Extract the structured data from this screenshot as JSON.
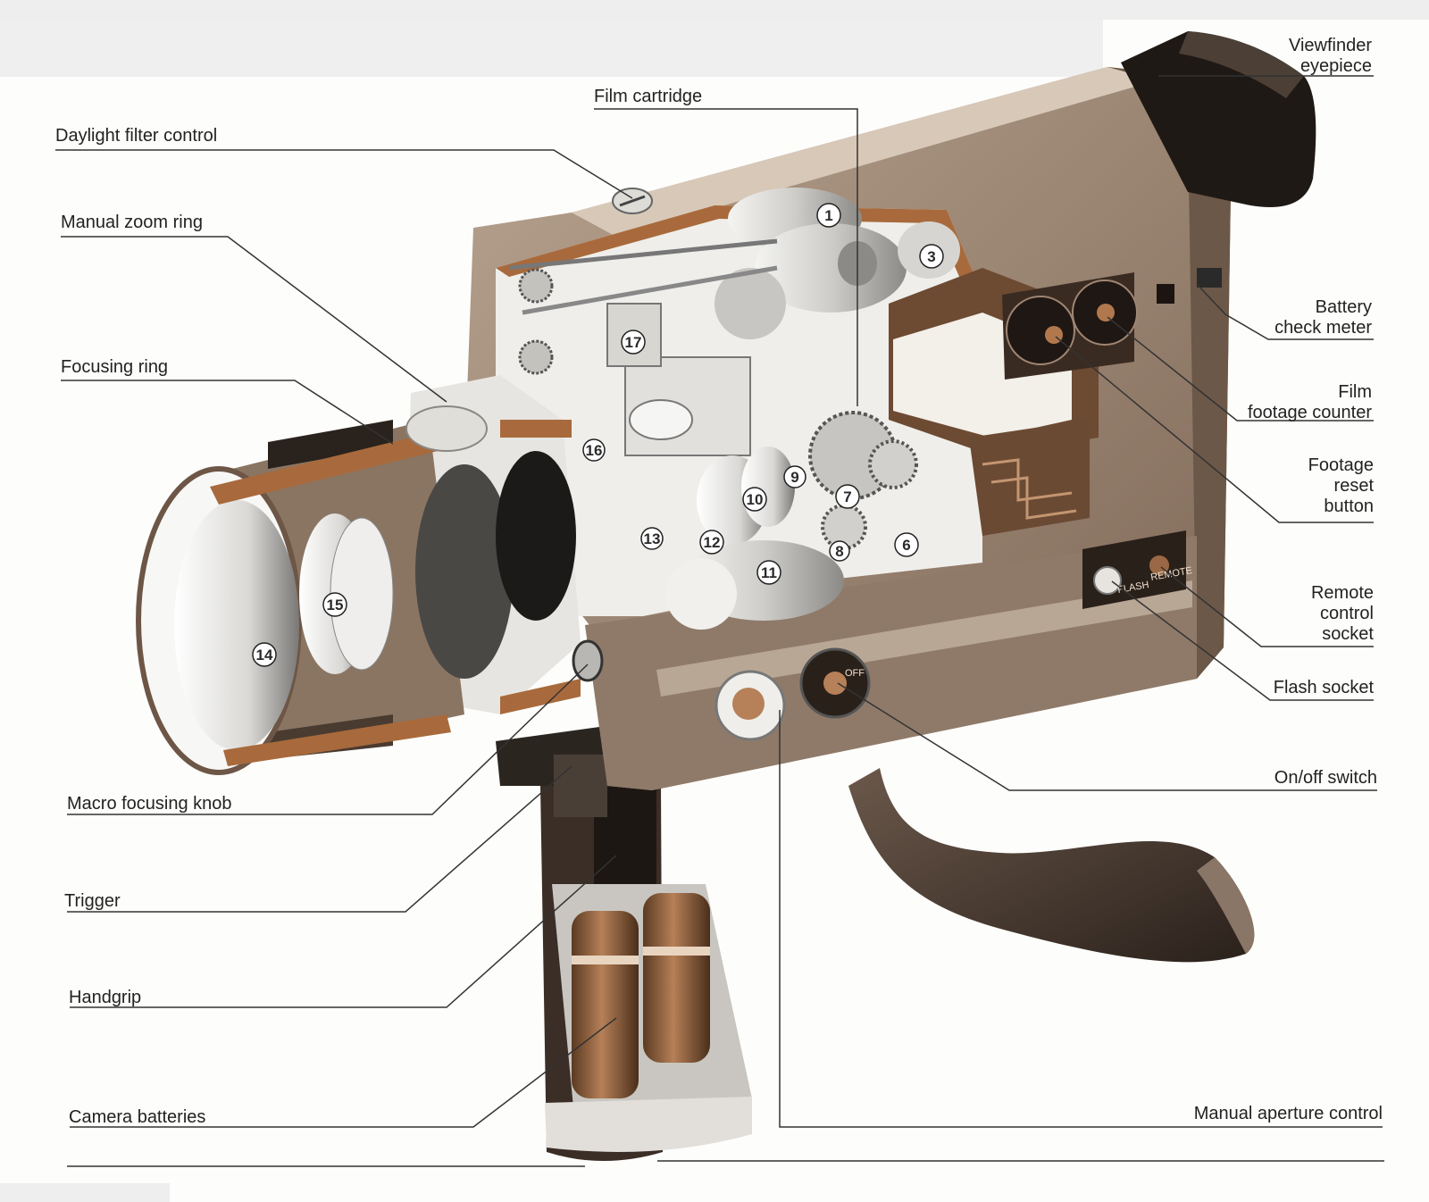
{
  "labels": {
    "viewfinder_eyepiece": [
      "Viewfinder",
      "eyepiece"
    ],
    "film_cartridge": "Film cartridge",
    "daylight_filter_control": "Daylight filter control",
    "manual_zoom_ring": "Manual zoom ring",
    "focusing_ring": "Focusing ring",
    "battery_check_meter": [
      "Battery",
      "check meter"
    ],
    "film_footage_counter": [
      "Film",
      "footage counter"
    ],
    "footage_reset_button": [
      "Footage",
      "reset",
      "button"
    ],
    "remote_control_socket": [
      "Remote",
      "control",
      "socket"
    ],
    "flash_socket": "Flash socket",
    "on_off_switch": "On/off switch",
    "macro_focusing_knob": "Macro focusing knob",
    "trigger": "Trigger",
    "handgrip": "Handgrip",
    "camera_batteries": "Camera batteries",
    "manual_aperture_control": "Manual aperture control"
  },
  "numbers": [
    "1",
    "3",
    "17",
    "16",
    "9",
    "10",
    "7",
    "12",
    "13",
    "6",
    "8",
    "11",
    "15",
    "14"
  ],
  "panel": {
    "flash": "FLASH",
    "remote": "REMOTE",
    "off": "OFF"
  },
  "colors": {
    "body_brown": "#8a7563",
    "body_light": "#c9b6a3",
    "copper": "#a86a3c",
    "dark": "#2a221c",
    "metal": "#d8d6d2"
  }
}
